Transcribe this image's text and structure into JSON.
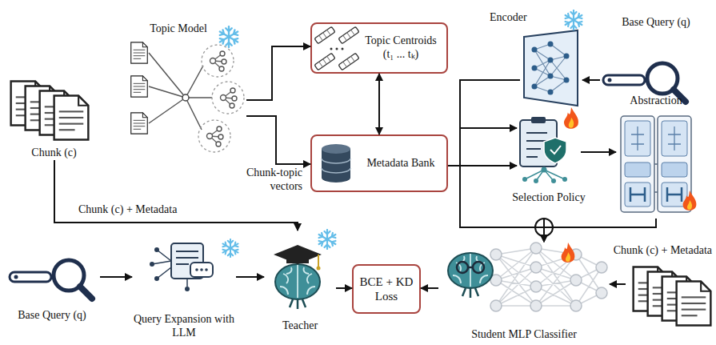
{
  "diagram": {
    "nodes": [
      {
        "text": [
          "Chunk (c)"
        ]
      },
      {
        "text": [
          "Topic Model"
        ]
      },
      {
        "text": [
          "Topic Centroids (t₁ ... tₖ)"
        ]
      },
      {
        "text": [
          "Metadata Bank"
        ]
      },
      {
        "text": [
          "Encoder"
        ]
      },
      {
        "text": [
          "Base Query (q)"
        ]
      },
      {
        "text": [
          "Selection Policy"
        ]
      },
      {
        "text": [
          "Abstraction"
        ]
      },
      {
        "text": [
          "Base Query (q)"
        ]
      },
      {
        "text": [
          "Query Expansion with LLM"
        ]
      },
      {
        "text": [
          "Teacher"
        ]
      },
      {
        "text": [
          "BCE + KD Loss"
        ]
      },
      {
        "text": [
          "Student MLP Classifier"
        ]
      },
      {
        "text": [
          "Chunk (c) + Metadata"
        ]
      }
    ],
    "edges": [
      {
        "from": 1,
        "to": 2,
        "arrow": "to"
      },
      {
        "from": 1,
        "to": 3,
        "arrow": "to",
        "label": "Chunk-topic vectors"
      },
      {
        "from": 2,
        "to": 3,
        "arrow": "both"
      },
      {
        "from": 0,
        "to": 10,
        "arrow": "to",
        "label": "Chunk (c) + Metadata"
      },
      {
        "from": 8,
        "to": 9,
        "arrow": "to"
      },
      {
        "from": 9,
        "to": 10,
        "arrow": "to"
      },
      {
        "from": 10,
        "to": 11,
        "arrow": "to"
      },
      {
        "from": 12,
        "to": 11,
        "arrow": "to"
      },
      {
        "from": 5,
        "to": 4,
        "arrow": "to"
      },
      {
        "from": 4,
        "to": 6,
        "arrow": "to"
      },
      {
        "from": 3,
        "to": 6,
        "arrow": "to"
      },
      {
        "from": 6,
        "to": 7,
        "arrow": "to"
      },
      {
        "from": 7,
        "to": 12,
        "arrow": "to"
      },
      {
        "from": 4,
        "to": 12,
        "arrow": "to"
      },
      {
        "from": 3,
        "to": 12,
        "arrow": "to"
      },
      {
        "from": 13,
        "to": 12,
        "arrow": "to"
      }
    ]
  }
}
